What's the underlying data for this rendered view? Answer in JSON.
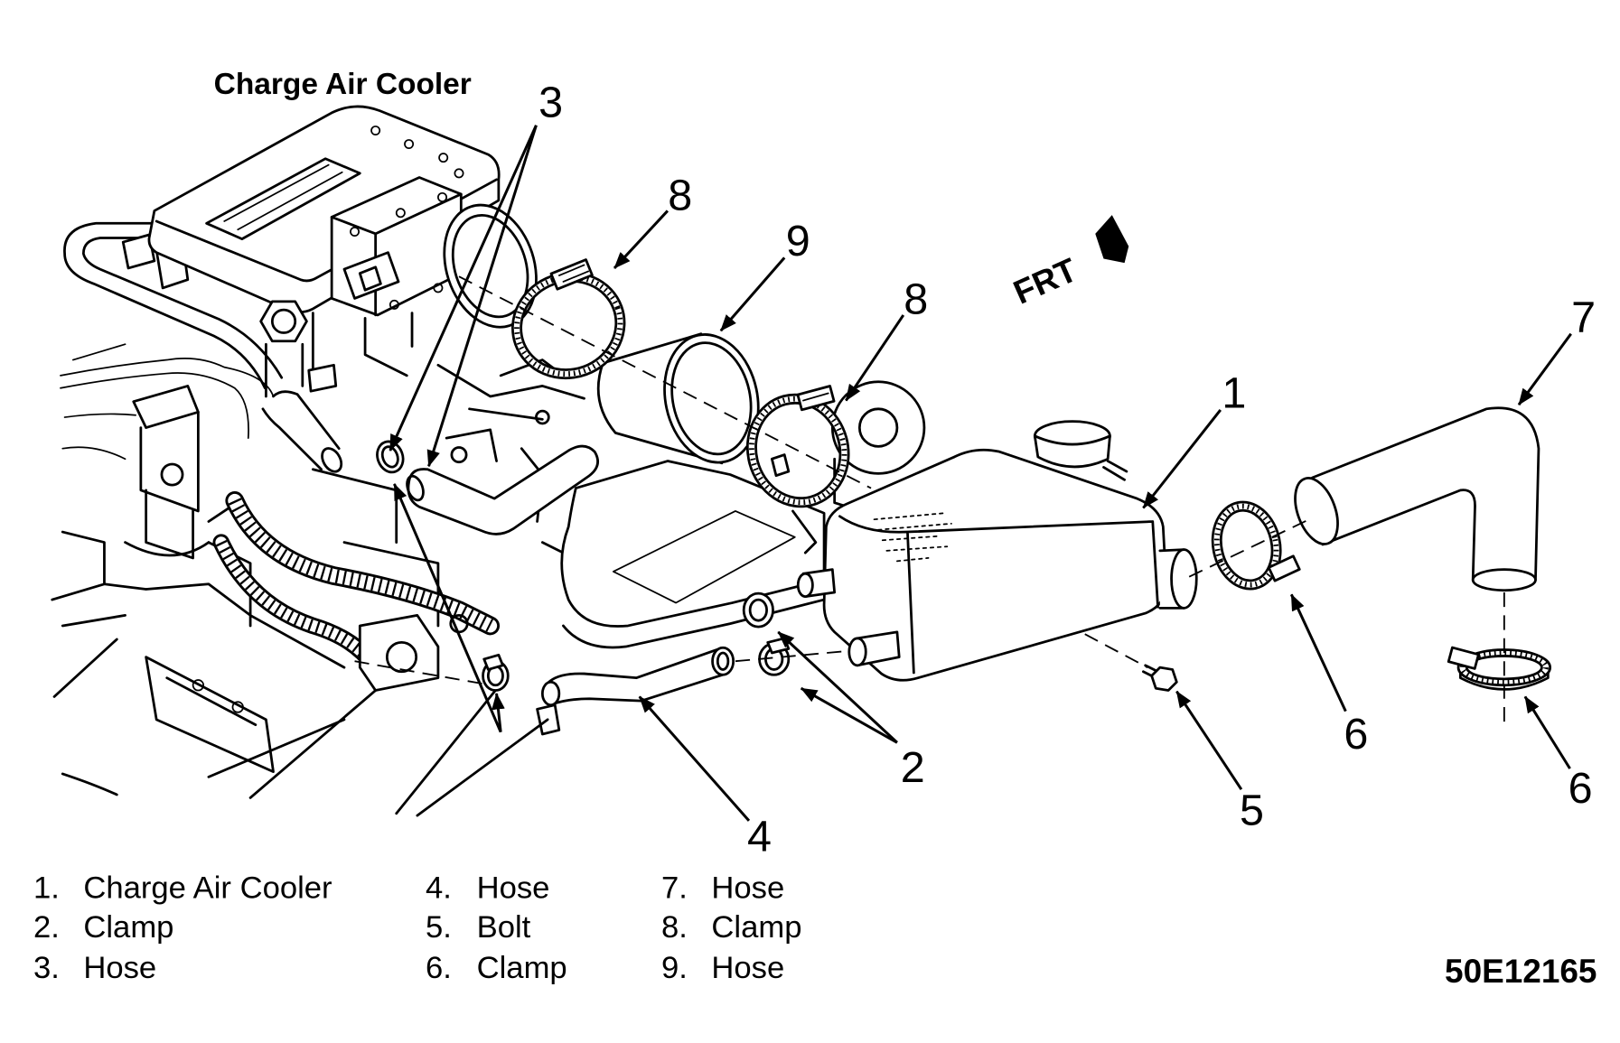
{
  "figure": {
    "title": "Charge Air Cooler",
    "direction_label": "FRT",
    "figure_id": "50E12165"
  },
  "callouts": [
    "3",
    "8",
    "9",
    "8",
    "1",
    "7",
    "2",
    "4",
    "5",
    "6",
    "6"
  ],
  "legend": [
    {
      "num": "1.",
      "label": "Charge Air Cooler"
    },
    {
      "num": "2.",
      "label": "Clamp"
    },
    {
      "num": "3.",
      "label": "Hose"
    },
    {
      "num": "4.",
      "label": "Hose"
    },
    {
      "num": "5.",
      "label": "Bolt"
    },
    {
      "num": "6.",
      "label": "Clamp"
    },
    {
      "num": "7.",
      "label": "Hose"
    },
    {
      "num": "8.",
      "label": "Clamp"
    },
    {
      "num": "9.",
      "label": "Hose"
    }
  ],
  "colors": {
    "ink": "#000000",
    "paper": "#ffffff"
  }
}
